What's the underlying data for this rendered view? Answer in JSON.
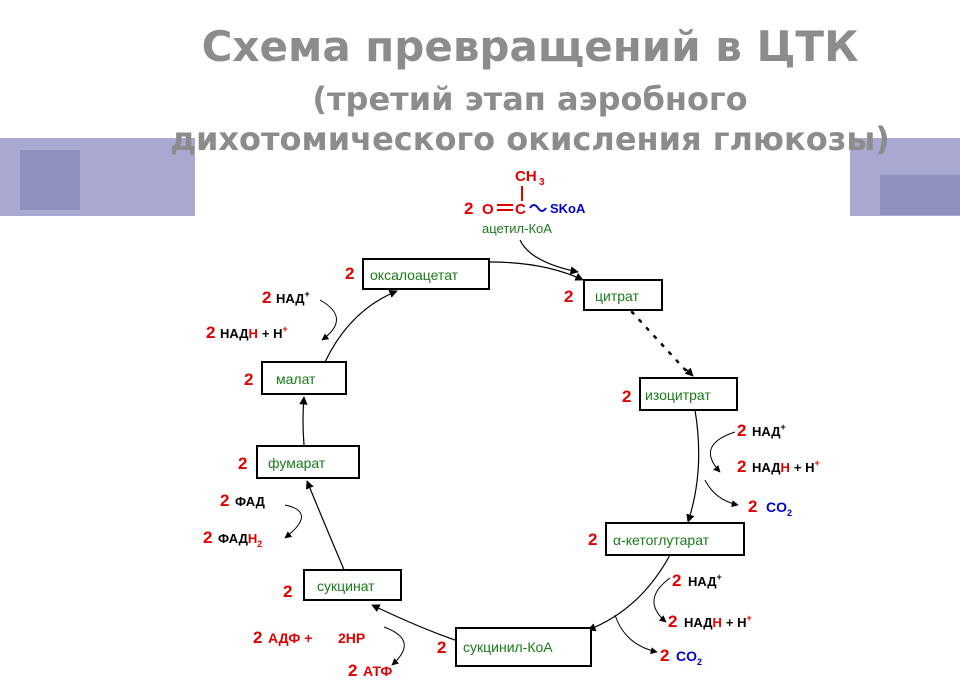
{
  "title": {
    "line1": "Схема превращений в ЦТК",
    "line2": "(третий этап аэробного",
    "line3": "дихотомического окисления глюкозы)"
  },
  "acetyl": {
    "num": "2",
    "ch3": "CH",
    "ch3_sub": "3",
    "o": "O",
    "c": "C",
    "skoa": "SKoA",
    "name": "ацетил-КоА"
  },
  "metabolites": [
    {
      "num": "2",
      "label": "оксалоацетат"
    },
    {
      "num": "2",
      "label": "цитрат"
    },
    {
      "num": "2",
      "label": "изоцитрат"
    },
    {
      "num": "2",
      "label": "-кетоглутарат",
      "prefix": "α"
    },
    {
      "num": "2",
      "label": "сукцинил-КоА"
    },
    {
      "num": "2",
      "label": "сукцинат"
    },
    {
      "num": "2",
      "label": "фумарат"
    },
    {
      "num": "2",
      "label": "малат"
    }
  ],
  "cofactors": {
    "nad": "НАД",
    "nadh": "НАД",
    "h_letter": "Н",
    "plus_h": "+ Н",
    "sup_plus": "+",
    "co2": "CO",
    "co2_sub": "2",
    "fad": "ФАД",
    "fadh": "ФАД",
    "fad_h2": "Н",
    "fad_h2_sub": "2",
    "adp": "АДФ +",
    "hp": "2НР",
    "atp": "АТФ",
    "num": "2"
  },
  "colors": {
    "title": "#8c8c8c",
    "red": "#e00000",
    "blue": "#0000cc",
    "green": "#1a7a1a",
    "band": "#a8a8d0"
  }
}
